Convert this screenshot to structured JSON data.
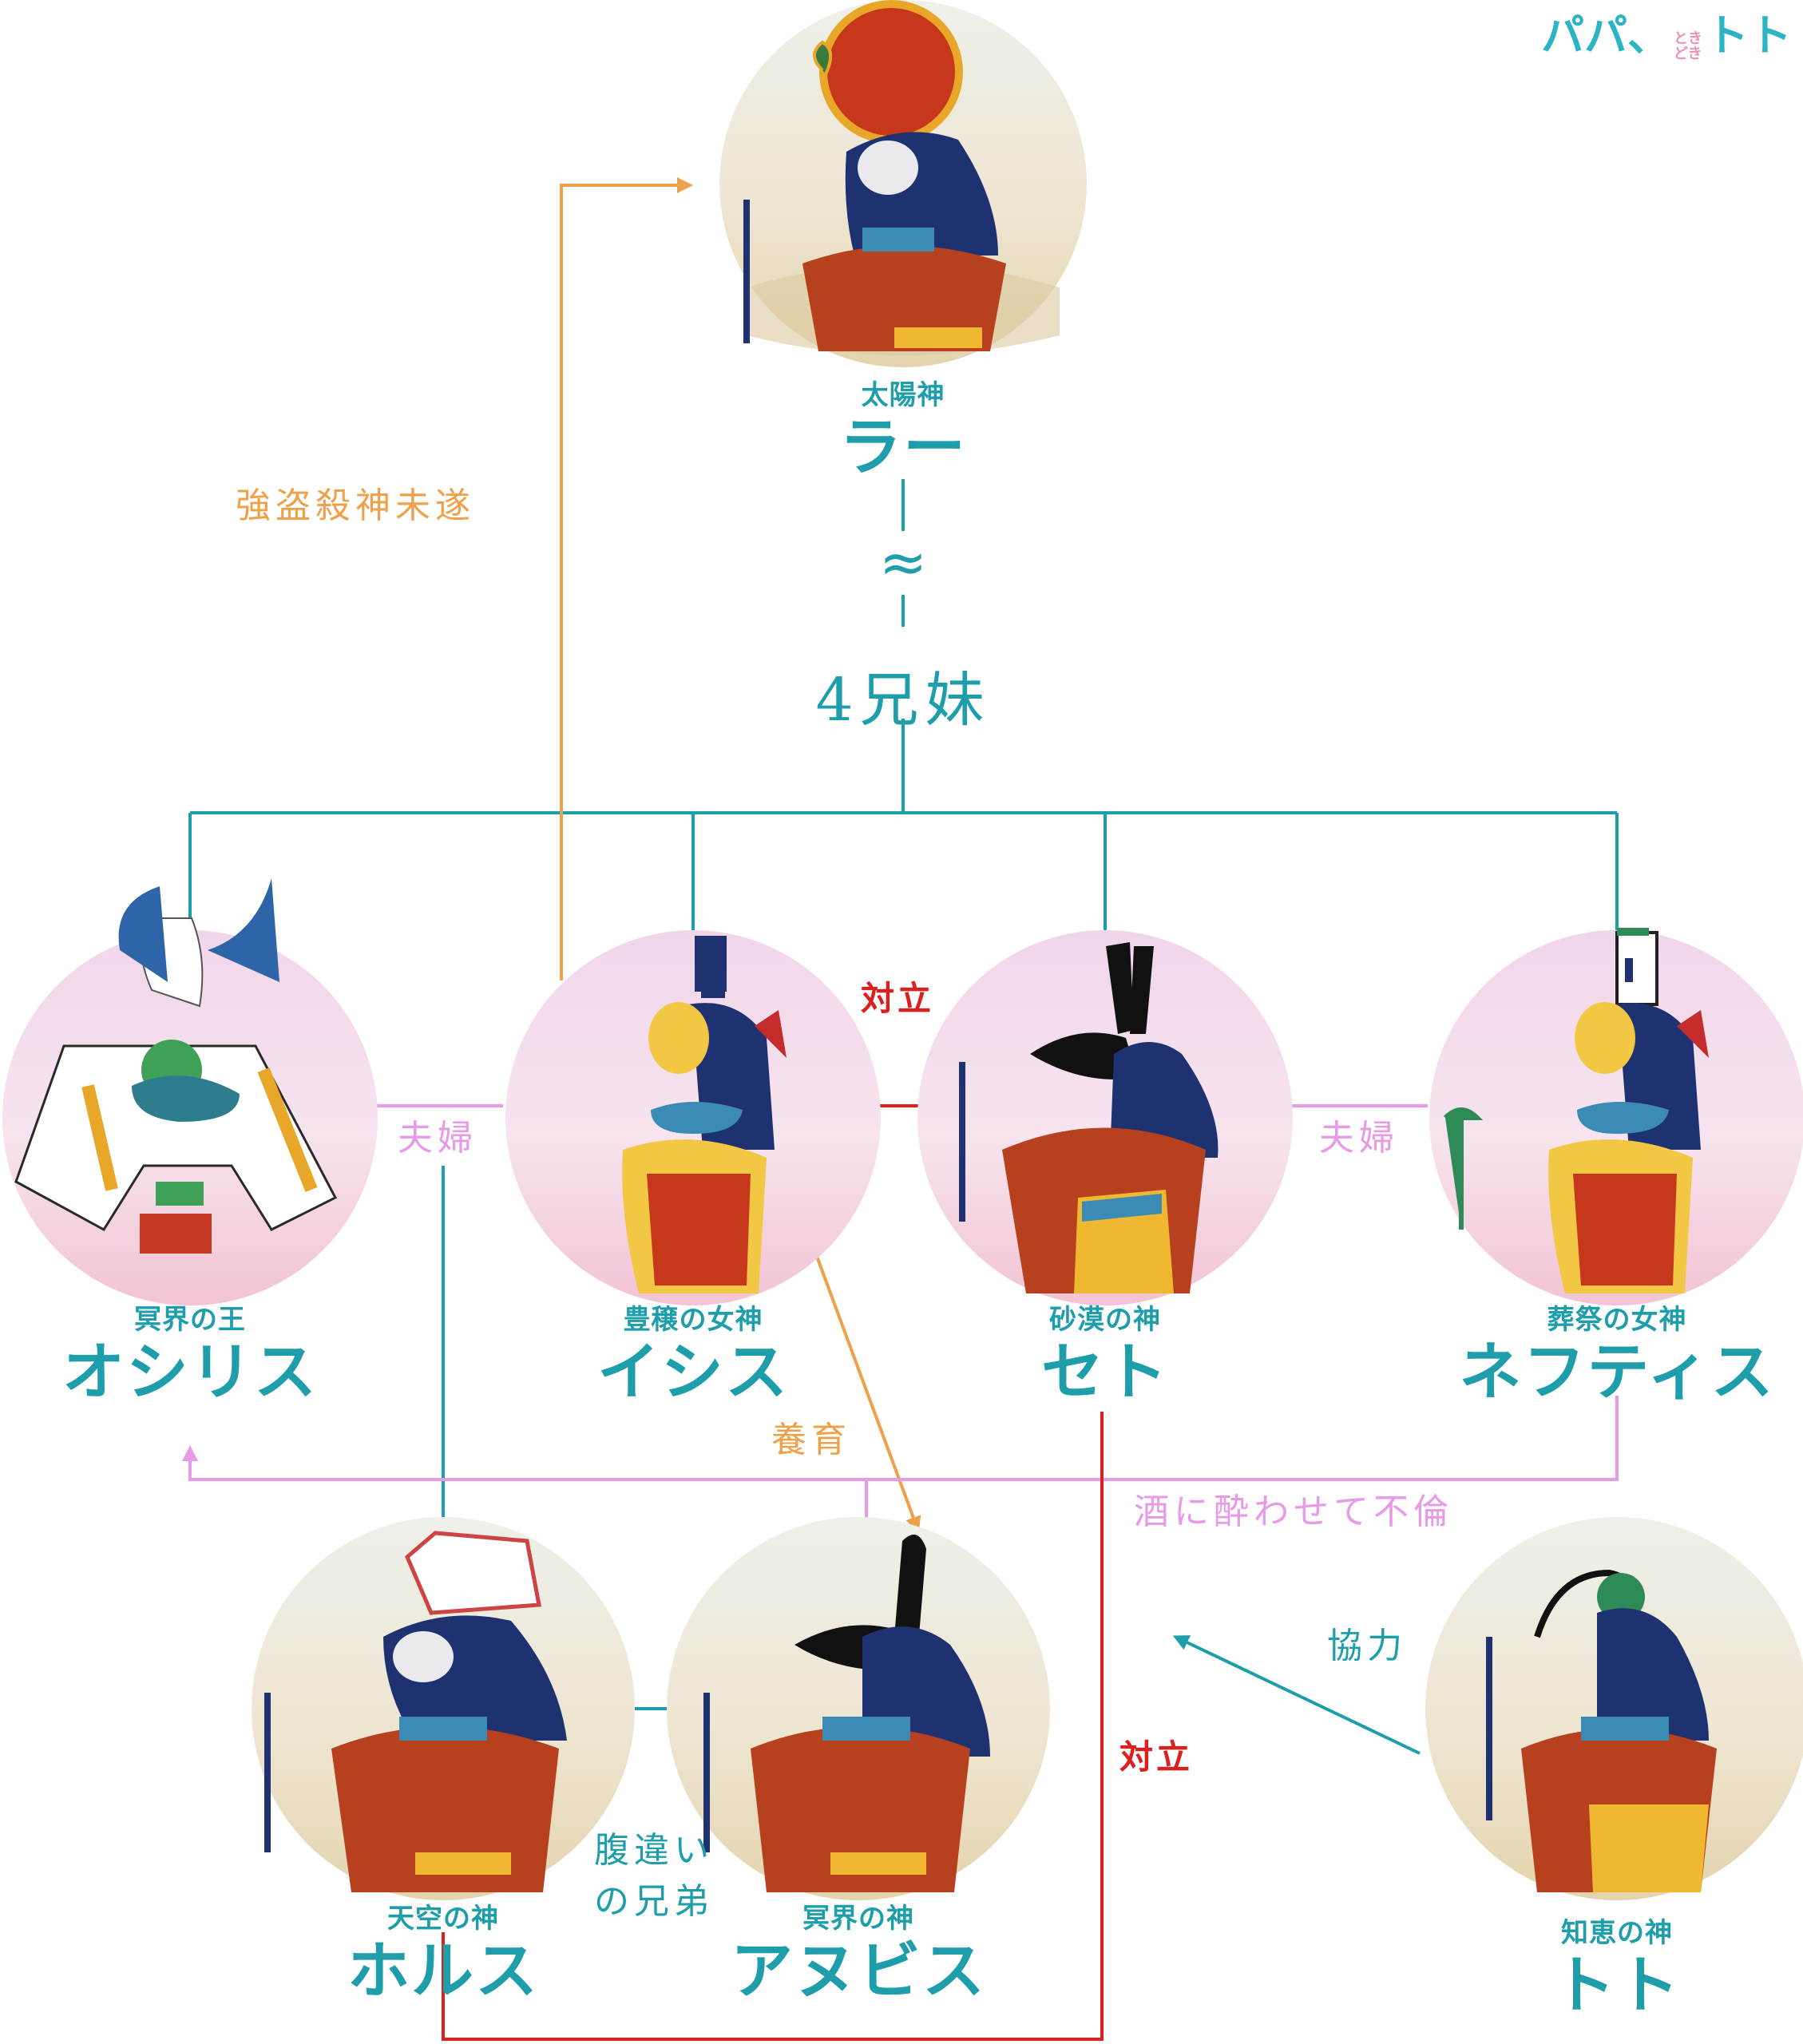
{
  "logo": {
    "main": "パパ、",
    "sub_top": "とき",
    "sub_bottom": "どき",
    "tail": "トト"
  },
  "colors": {
    "teal": "#1e9dab",
    "orange": "#eea04b",
    "pink": "#e79ae8",
    "red": "#dc1f1f"
  },
  "gods": {
    "ra": {
      "title": "太陽神",
      "name": "ラー"
    },
    "osiris": {
      "title": "冥界の王",
      "name": "オシリス"
    },
    "isis": {
      "title": "豊穣の女神",
      "name": "イシス"
    },
    "set": {
      "title": "砂漠の神",
      "name": "セト"
    },
    "nephthys": {
      "title": "葬祭の女神",
      "name": "ネフティス"
    },
    "horus": {
      "title": "天空の神",
      "name": "ホルス"
    },
    "anubis": {
      "title": "冥界の神",
      "name": "アヌビス"
    },
    "thoth": {
      "title": "知恵の神",
      "name": "トト"
    }
  },
  "relations": {
    "approx": "≈",
    "siblings": "4兄妹",
    "attempted_kill": "強盗殺神未遂",
    "couple_left": "夫婦",
    "couple_right": "夫婦",
    "rivalry_top": "対立",
    "rivalry_bottom": "対立",
    "upbringing": "養育",
    "affair": "酒に酔わせて不倫",
    "half_brothers_line1": "腹違い",
    "half_brothers_line2": "の兄弟",
    "cooperation": "協力"
  }
}
